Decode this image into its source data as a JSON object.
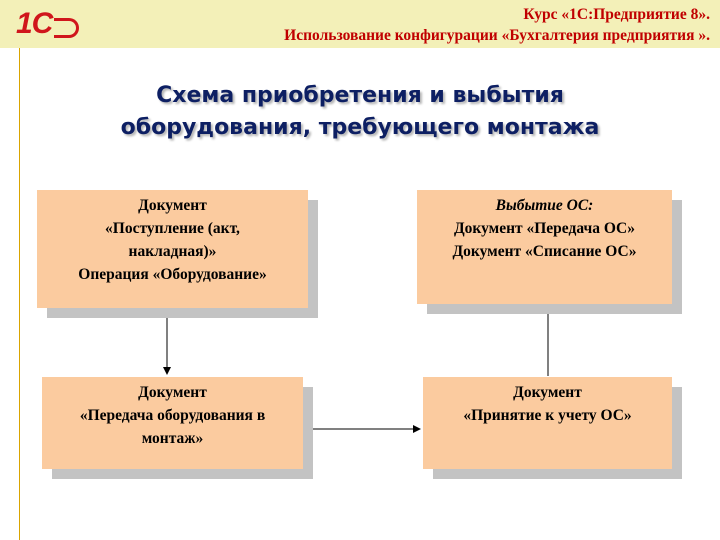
{
  "header": {
    "logo_text": "1C",
    "line1": "Курс «1С:Предприятие 8».",
    "line2": "Использование конфигурации «Бухгалтерия предприятия »."
  },
  "title": {
    "line1": "Схема приобретения и выбытия",
    "line2": "оборудования, требующего монтажа"
  },
  "boxes": {
    "receipt": {
      "line1": "Документ",
      "line2": "«Поступление (акт,",
      "line3": "накладная)»",
      "line4": "Операция  «Оборудование»"
    },
    "transfer_mounting": {
      "line1": "Документ",
      "line2": "«Передача оборудования в",
      "line3": "монтаж»"
    },
    "acceptance": {
      "line1": "Документ",
      "line2": "«Принятие к учету ОС»"
    },
    "disposal": {
      "line1": "Выбытие ОС:",
      "line2": "Документ «Передача ОС»",
      "line3": "Документ «Списание ОС»"
    }
  }
}
